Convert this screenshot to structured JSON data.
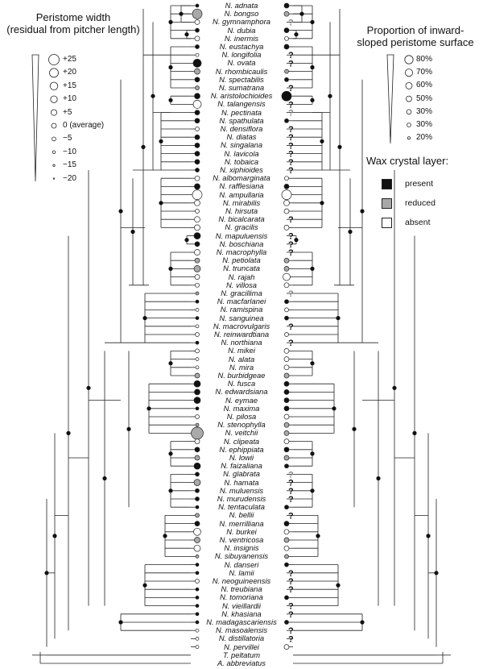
{
  "left_legend": {
    "title_line1": "Peristome width",
    "title_line2": "(residual from pitcher length)",
    "items": [
      "+25",
      "+20",
      "+15",
      "+10",
      "+5",
      "0 (average)",
      "−5",
      "−10",
      "−15",
      "−20"
    ]
  },
  "right_legend": {
    "title_line1": "Proportion of inward-",
    "title_line2": "sloped peristome surface",
    "items": [
      "80%",
      "70%",
      "60%",
      "50%",
      "30%",
      "30%",
      "20%"
    ]
  },
  "wax_legend": {
    "title": "Wax crystal layer:",
    "items": [
      {
        "label": "present",
        "color": "#111111"
      },
      {
        "label": "reduced",
        "color": "#a8a8a8"
      },
      {
        "label": "absent",
        "color": "#ffffff"
      }
    ]
  },
  "question_mark": "?",
  "species": [
    "N. adnata",
    "N. bongso",
    "N. gymnamphora",
    "N. dubia",
    "N. inermis",
    "N. eustachya",
    "N. longifolia",
    "N. ovata",
    "N. rhombicaulis",
    "N. spectabilis",
    "N. sumatrana",
    "N. aristolochioides",
    "N. talangensis",
    "N. pectinata",
    "N. spathulata",
    "N. densiflora",
    "N. diatas",
    "N. singalana",
    "N. lavicola",
    "N. tobaica",
    "N. xiphioides",
    "N. albomarginata",
    "N. rafflesiana",
    "N. ampullaria",
    "N. mirabilis",
    "N. hirsuta",
    "N. bicalcarata",
    "N. gracilis",
    "N. mapuluensis",
    "N. boschiana",
    "N. macrophylla",
    "N. petiolata",
    "N. truncata",
    "N. rajah",
    "N. villosa",
    "N. gracillima",
    "N. macfarlanei",
    "N. ramispina",
    "N. sanguinea",
    "N. macrovulgaris",
    "N. reinwardtiana",
    "N. northiana",
    "N. mikei",
    "N. alata",
    "N. mira",
    "N. burbidgeae",
    "N. fusca",
    "N. edwardsiana",
    "N. eymae",
    "N. maxima",
    "N. pilosa",
    "N. stenophylla",
    "N. veitchii",
    "N. clipeata",
    "N. ephippiata",
    "N. lowii",
    "N. faizaliana",
    "N. glabrata",
    "N. hamata",
    "N. muluensis",
    "N. murudensis",
    "N. tentaculata",
    "N. bellii",
    "N. merrilliana",
    "N. burkei",
    "N. ventricosa",
    "N. insignis",
    "N. sibuyanensis",
    "N. danseri",
    "N. lamii",
    "N. neoguineensis",
    "N. treubiana",
    "N. tomoriana",
    "N. vieillardii",
    "N. khasiana",
    "N. madagascariensis",
    "N. masoalensis",
    "N. distillatoria",
    "N. pervillei",
    "T. peltatum",
    "A. abbreviatus"
  ]
}
